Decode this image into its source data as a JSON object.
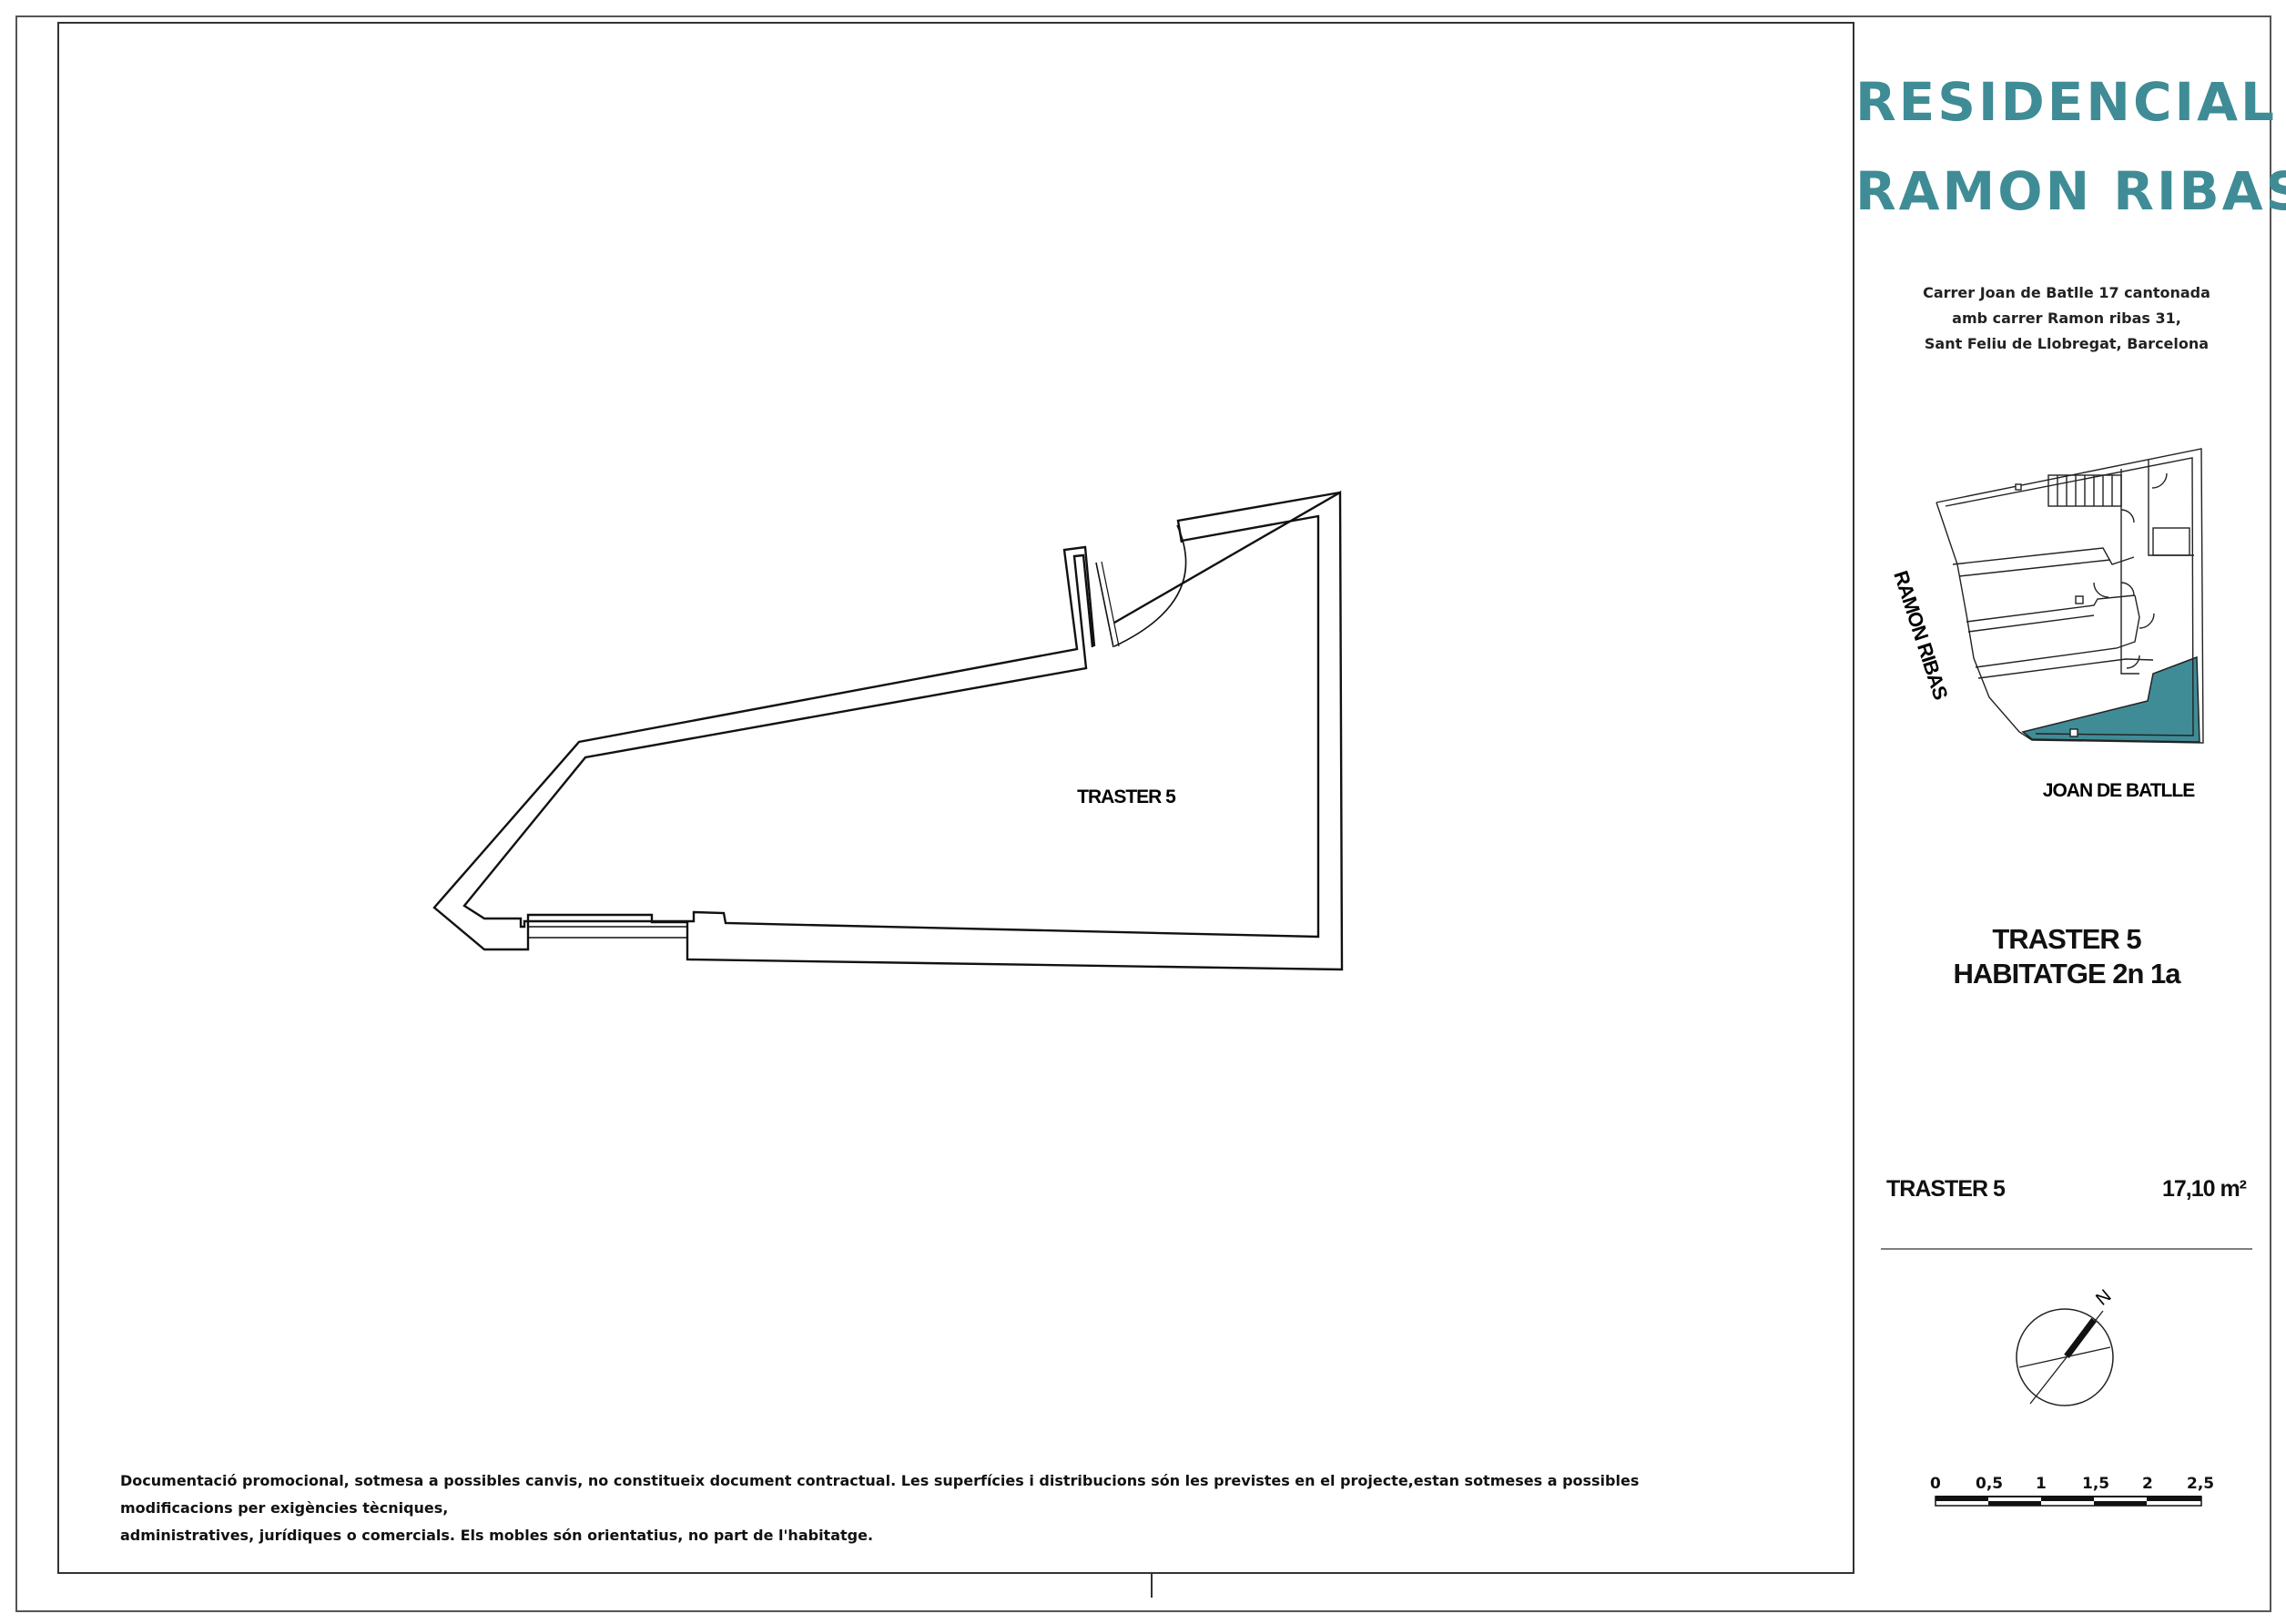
{
  "project": {
    "title_line1": "RESIDENCIAL",
    "title_line2": "RAMON RIBAS",
    "address_line1": "Carrer Joan de Batlle 17 cantonada",
    "address_line2": "amb carrer Ramon ribas 31,",
    "address_line3": "Sant Feliu de Llobregat, Barcelona",
    "accent_color": "#3f8c96"
  },
  "key_plan": {
    "street_side": "RAMON RIBAS",
    "street_bottom": "JOAN DE BATLLE",
    "highlight_color": "#3f8c96"
  },
  "unit": {
    "name": "TRASTER 5",
    "dwelling": "HABITATGE 2n 1a"
  },
  "surfaces": {
    "label": "TRASTER 5",
    "value": "17,10 m²"
  },
  "floor_plan": {
    "room_label": "TRASTER 5"
  },
  "compass": {
    "north_label": "N",
    "icon": "north-arrow-icon"
  },
  "scale_bar": {
    "ticks": [
      "0",
      "0,5",
      "1",
      "1,5",
      "2",
      "2,5"
    ]
  },
  "disclaimer": {
    "line1": "Documentació promocional, sotmesa a possibles canvis, no constitueix document contractual. Les superfícies i distribucions són les previstes en el projecte,estan sotmeses a possibles modificacions per exigències tècniques,",
    "line2": "administratives, jurídiques o comercials.  Els mobles són orientatius, no part de l'habitatge."
  }
}
